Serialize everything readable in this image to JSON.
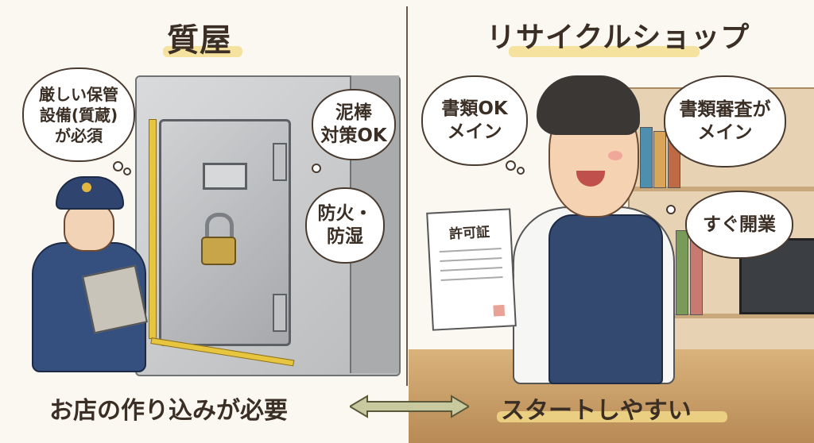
{
  "left_panel": {
    "title": "質屋",
    "bubbles": [
      "厳しい保管\n設備(質蔵)\nが必須",
      "泥棒\n対策OK",
      "防火・\n防湿"
    ],
    "caption": "お店の作り込みが必要"
  },
  "right_panel": {
    "title": "リサイクルショップ",
    "bubbles": [
      "書類OK\nメイン",
      "書類審査が\nメイン",
      "すぐ開業"
    ],
    "document_title": "許可証",
    "caption": "スタートしやすい"
  },
  "colors": {
    "highlight": "#f4dc8a",
    "background": "#fbf8f1",
    "arrow": "#c9c9a0"
  }
}
